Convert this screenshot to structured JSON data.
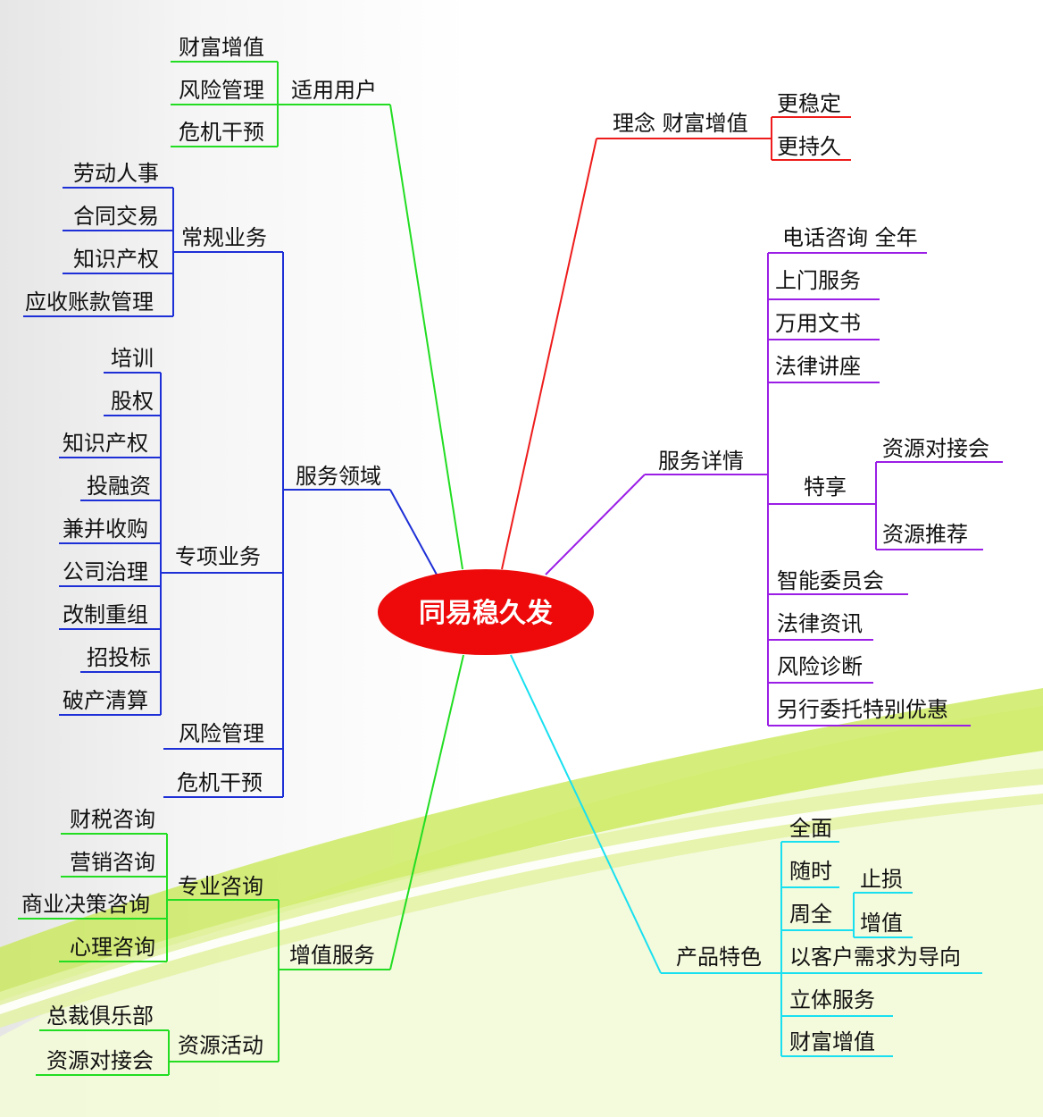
{
  "center": {
    "label": "同易稳久发"
  },
  "branches": {
    "applicable_users": {
      "label": "适用用户",
      "color": "#22dd22",
      "items": [
        "财富增值",
        "风险管理",
        "危机干预"
      ]
    },
    "service_domain": {
      "label": "服务领域",
      "color": "#1d2fd6",
      "regular": {
        "label": "常规业务",
        "items": [
          "劳动人事",
          "合同交易",
          "知识产权",
          "应收账款管理"
        ]
      },
      "special": {
        "label": "专项业务",
        "items": [
          "培训",
          "股权",
          "知识产权",
          "投融资",
          "兼并收购",
          "公司治理",
          "改制重组",
          "招投标",
          "破产清算"
        ]
      },
      "risk_management": "风险管理",
      "crisis_intervention": "危机干预"
    },
    "value_added": {
      "label": "增值服务",
      "color": "#22dd22",
      "consulting": {
        "label": "专业咨询",
        "items": [
          "财税咨询",
          "营销咨询",
          "商业决策咨询",
          "心理咨询"
        ]
      },
      "activities": {
        "label": "资源活动",
        "items": [
          "总裁俱乐部",
          "资源对接会"
        ]
      }
    },
    "philosophy": {
      "label": "理念  财富增值",
      "color": "#ee1c1c",
      "items": [
        "更稳定",
        "更持久"
      ]
    },
    "service_details": {
      "label": "服务详情",
      "color": "#9b1ee6",
      "items_top": [
        "电话咨询  全年",
        "上门服务",
        "万用文书",
        "法律讲座"
      ],
      "exclusive": {
        "label": "特享",
        "items": [
          "资源对接会",
          "资源推荐"
        ]
      },
      "items_bottom": [
        "智能委员会",
        "法律资讯",
        "风险诊断",
        "另行委托特别优惠"
      ]
    },
    "product_features": {
      "label": "产品特色",
      "color": "#18e0f0",
      "items": [
        "全面",
        "随时",
        "周全",
        "以客户需求为导向",
        "立体服务",
        "财富增值"
      ],
      "all_round_sub": [
        "止损",
        "增值"
      ]
    }
  }
}
